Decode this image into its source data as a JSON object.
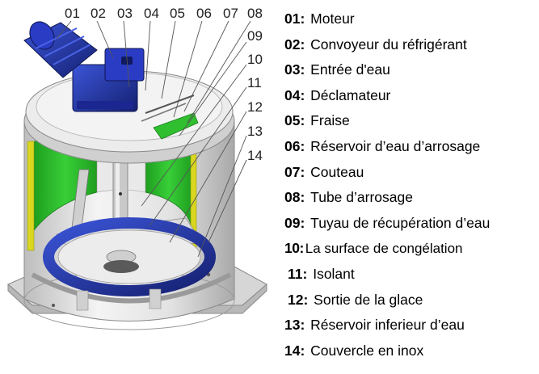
{
  "callout_numbers": [
    "01",
    "02",
    "03",
    "04",
    "05",
    "06",
    "07",
    "08",
    "09",
    "10",
    "11",
    "12",
    "13",
    "14"
  ],
  "legend": [
    {
      "num": "01:",
      "label": "Moteur"
    },
    {
      "num": "02:",
      "label": "Convoyeur du réfrigérant"
    },
    {
      "num": "03:",
      "label": "Entrée d'eau"
    },
    {
      "num": "04:",
      "label": "Déclamateur"
    },
    {
      "num": "05:",
      "label": "Fraise"
    },
    {
      "num": "06:",
      "label": "Réservoir d’eau d’arrosage"
    },
    {
      "num": "07:",
      "label": "Couteau"
    },
    {
      "num": "08:",
      "label": "Tube d’arrosage"
    },
    {
      "num": "09:",
      "label": "Tuyau de récupération d’eau"
    },
    {
      "num": "10:",
      "label": "La surface de congélation"
    },
    {
      "num": "11:",
      "label": "Isolant"
    },
    {
      "num": "12:",
      "label": "Sortie de la glace"
    },
    {
      "num": "13:",
      "label": "Réservoir inferieur d’eau"
    },
    {
      "num": "14:",
      "label": "Couvercle en inox"
    }
  ],
  "colors": {
    "motor": "#1f2fa8",
    "frame": "#e6e6e6",
    "insulation": "#2fbf2f",
    "insulation_edge": "#d8d61e",
    "freezing_surface": "#2e3fb0"
  }
}
